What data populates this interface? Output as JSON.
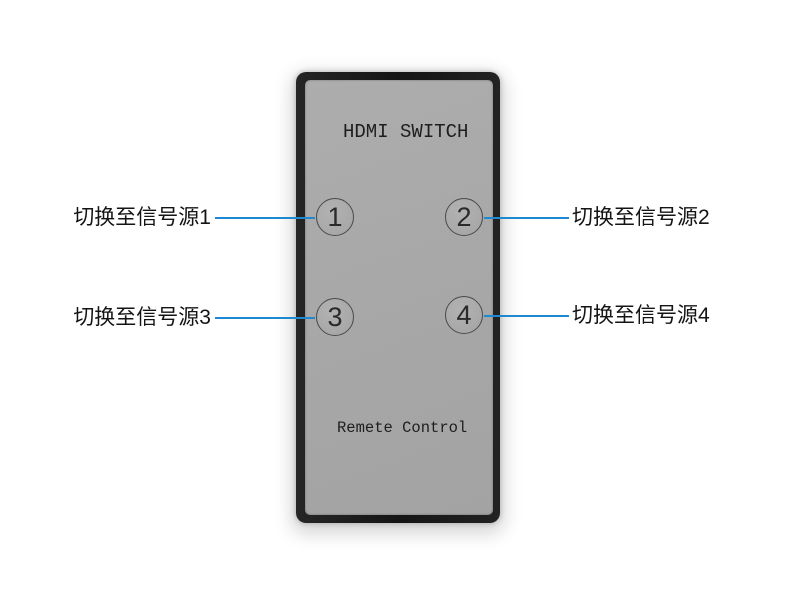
{
  "remote": {
    "title": "HDMI SWITCH",
    "footer": "Remete Control",
    "buttons": [
      {
        "label": "1"
      },
      {
        "label": "2"
      },
      {
        "label": "3"
      },
      {
        "label": "4"
      }
    ]
  },
  "callouts": [
    {
      "text": "切换至信号源1"
    },
    {
      "text": "切换至信号源2"
    },
    {
      "text": "切换至信号源3"
    },
    {
      "text": "切换至信号源4"
    }
  ],
  "colors": {
    "callout_line": "#1e88d0",
    "label_text": "#141414",
    "remote_text": "#1e1e1e"
  }
}
